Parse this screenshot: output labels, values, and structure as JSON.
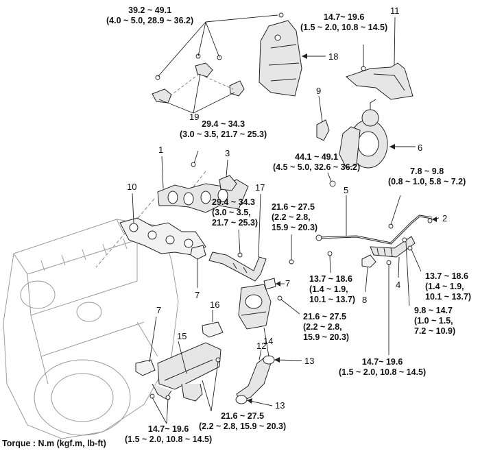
{
  "torque_labels": {
    "t_top_left_1": "39.2 ~ 49.1",
    "t_top_left_2": "(4.0 ~ 5.0, 28.9 ~ 36.2)",
    "t_top_right_1": "14.7~ 19.6",
    "t_top_right_2": "(1.5 ~ 2.0, 10.8 ~ 14.5)",
    "t_mid_1": "29.4 ~ 34.3",
    "t_mid_2": "(3.0 ~ 3.5, 21.7 ~ 25.3)",
    "t_turbo_1": "44.1 ~ 49.1",
    "t_turbo_2": "(4.5 ~ 5.0, 32.6 ~ 36.2)",
    "t_right_1": "7.8 ~ 9.8",
    "t_right_2": "(0.8 ~ 1.0, 5.8 ~ 7.2)",
    "t_pipe_1": "29.4 ~ 34.3",
    "t_pipe_2": "(3.0 ~ 3.5,",
    "t_pipe_3": "21.7 ~ 25.3)",
    "t_egr_1": "21.6 ~ 27.5",
    "t_egr_2": "(2.2 ~ 2.8,",
    "t_egr_3": "15.9 ~ 20.3)",
    "t_oil_1": "13.7 ~ 18.6",
    "t_oil_2": "(1.4 ~ 1.9,",
    "t_oil_3": "10.1 ~ 13.7)",
    "t_far_1": "13.7 ~ 18.6",
    "t_far_2": "(1.4 ~ 1.9,",
    "t_far_3": "10.1 ~ 13.7)",
    "t_ret_1": "9.8 ~ 14.7",
    "t_ret_2": "(1.0 ~ 1.5,",
    "t_ret_3": "7.2 ~ 10.9)",
    "t_valve_1": "21.6 ~ 27.5",
    "t_valve_2": "(2.2 ~ 2.8,",
    "t_valve_3": "15.9 ~ 20.3)",
    "t_bot_1": "14.7~ 19.6",
    "t_bot_2": "(1.5 ~ 2.0, 10.8 ~ 14.5)",
    "t_cooler_1": "21.6 ~ 27.5",
    "t_cooler_2": "(2.2 ~ 2.8, 15.9 ~ 20.3)",
    "t_botleft_1": "14.7~ 19.6",
    "t_botleft_2": "(1.5 ~ 2.0, 10.8 ~ 14.5)"
  },
  "callouts": {
    "n1": "1",
    "n2": "2",
    "n3": "3",
    "n4": "4",
    "n5": "5",
    "n6": "6",
    "n7a": "7",
    "n7b": "7",
    "n7c": "7",
    "n8": "8",
    "n9": "9",
    "n10": "10",
    "n11": "11",
    "n12": "12",
    "n13a": "13",
    "n13b": "13",
    "n14": "14",
    "n15": "15",
    "n16": "16",
    "n17": "17",
    "n18": "18",
    "n19": "19"
  },
  "footer": {
    "units": "Torque : N.m (kgf.m, lb-ft)"
  },
  "colors": {
    "ink": "#111111",
    "line": "#222222",
    "part_fill": "#e6e6e6",
    "engine_line": "#9a9a9a"
  }
}
